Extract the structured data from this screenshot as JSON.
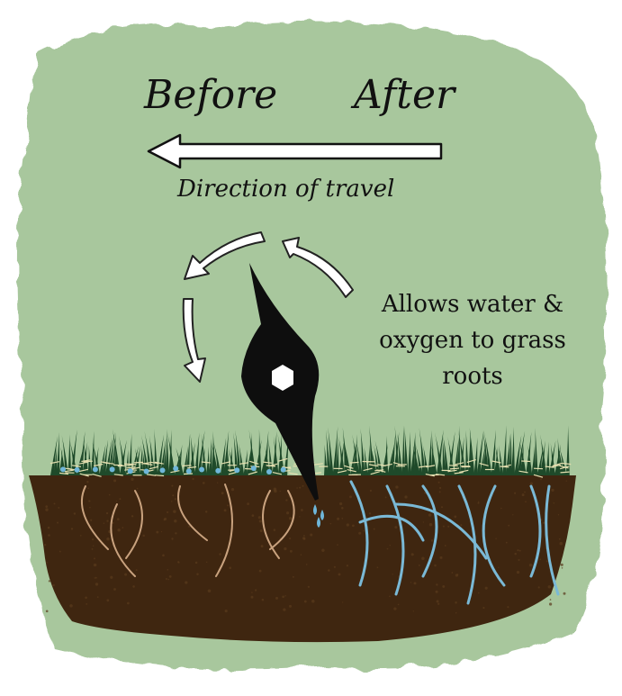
{
  "labels": {
    "before": "Before",
    "after": "After",
    "direction": "Direction of travel",
    "note": "Allows water & oxygen to grass roots"
  },
  "colors": {
    "background_blob": "#a8c79d",
    "soil": "#3f2610",
    "grass": "#1f4a2a",
    "thatch": "#e6dfb0",
    "roots_before": "#c9a27e",
    "roots_after": "#7ab9d6",
    "water": "#6fb6d9",
    "blade": "#0e0e0e",
    "arrow": "#ffffff"
  },
  "icons": {
    "blade": "aerator-tine-icon",
    "rotation": "rotation-arrows-icon",
    "travel": "left-arrow-icon"
  }
}
